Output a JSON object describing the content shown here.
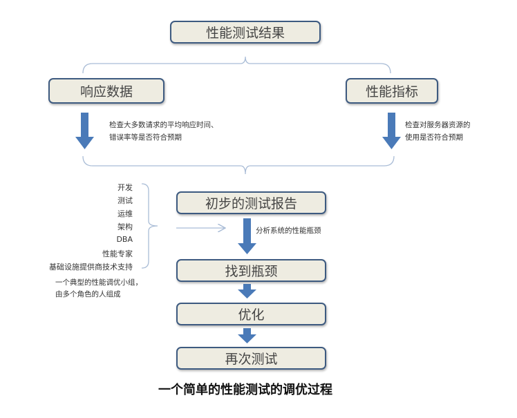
{
  "title_box": "性能测试结果",
  "branches": [
    {
      "label": "响应数据",
      "note_lines": [
        "检查大多数请求的平均响应时间、",
        "错误率等是否符合预期"
      ]
    },
    {
      "label": "性能指标",
      "note_lines": [
        "检查对服务器资源的",
        "使用是否符合预期"
      ]
    }
  ],
  "steps": [
    {
      "label": "初步的测试报告"
    },
    {
      "label": "找到瓶颈"
    },
    {
      "label": "优化"
    },
    {
      "label": "再次测试"
    }
  ],
  "step1_note": "分析系统的性能瓶颈",
  "team_roles": [
    "开发",
    "测试",
    "运维",
    "架构",
    "DBA",
    "性能专家",
    "基础设施提供商技术支持"
  ],
  "team_note_lines": [
    "一个典型的性能调优小组，",
    "由多个角色的人组成"
  ],
  "caption": "一个简单的性能测试的调优过程",
  "colors": {
    "box_fill": "#eeece1",
    "box_border": "#3d5a80",
    "arrow": "#4a7ab8",
    "connector": "#a9bcd6"
  }
}
